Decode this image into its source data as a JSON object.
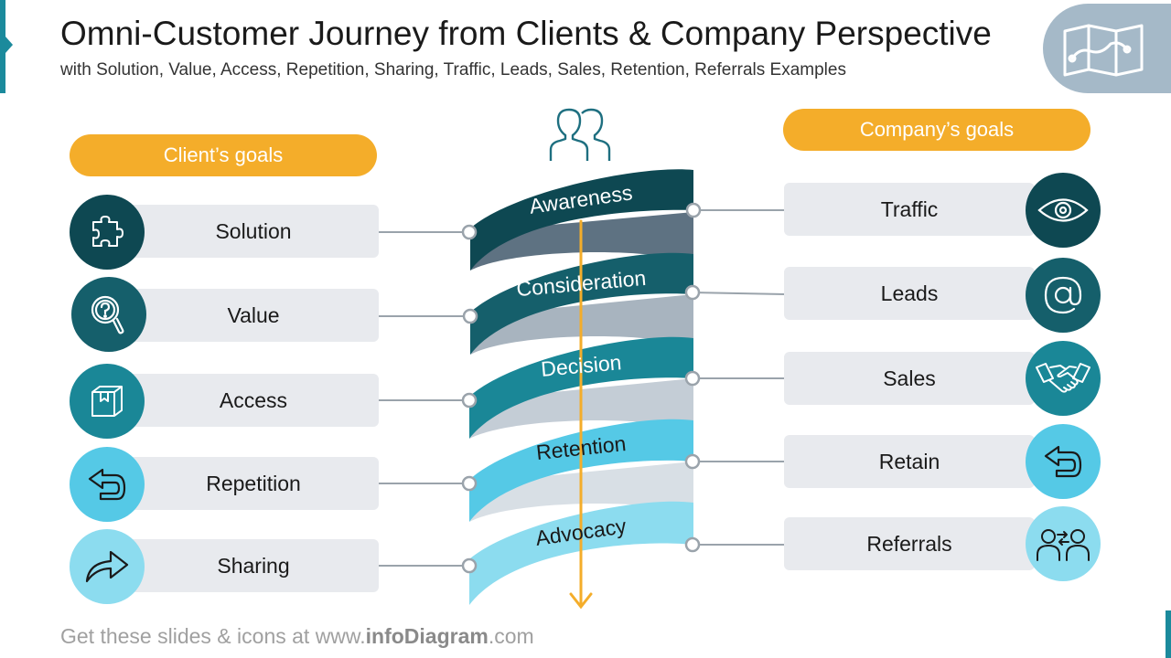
{
  "header": {
    "title": "Omni-Customer Journey from Clients & Company Perspective",
    "subtitle": "with Solution, Value, Access, Repetition, Sharing, Traffic, Leads, Sales, Retention, Referrals Examples"
  },
  "client_goals": {
    "label": "Client’s goals",
    "items": [
      {
        "label": "Solution",
        "icon": "puzzle-icon",
        "color": "#0e4852"
      },
      {
        "label": "Value",
        "icon": "magnifier-question-icon",
        "color": "#155f6b"
      },
      {
        "label": "Access",
        "icon": "box-icon",
        "color": "#1a8797"
      },
      {
        "label": "Repetition",
        "icon": "return-arrow-icon",
        "color": "#55c9e6"
      },
      {
        "label": "Sharing",
        "icon": "share-arrow-icon",
        "color": "#8cdcef"
      }
    ]
  },
  "company_goals": {
    "label": "Company’s goals",
    "items": [
      {
        "label": "Traffic",
        "icon": "eye-icon",
        "color": "#0e4852"
      },
      {
        "label": "Leads",
        "icon": "at-sign-icon",
        "color": "#155f6b"
      },
      {
        "label": "Sales",
        "icon": "handshake-icon",
        "color": "#1a8797"
      },
      {
        "label": "Retain",
        "icon": "return-arrow-icon",
        "color": "#55c9e6"
      },
      {
        "label": "Referrals",
        "icon": "people-exchange-icon",
        "color": "#8cdcef"
      }
    ]
  },
  "journey": {
    "stages": [
      {
        "label": "Awareness",
        "color": "#0e4852",
        "text_color": "#ffffff"
      },
      {
        "label": "Consideration",
        "color": "#155f6b",
        "text_color": "#ffffff"
      },
      {
        "label": "Decision",
        "color": "#1a8797",
        "text_color": "#ffffff"
      },
      {
        "label": "Retention",
        "color": "#55c9e6",
        "text_color": "#1a1a1a"
      },
      {
        "label": "Advocacy",
        "color": "#8cdcef",
        "text_color": "#1a1a1a"
      }
    ],
    "arrow_color": "#f4ad2a",
    "top_icon": "users-icon"
  },
  "footer": {
    "prefix": "Get these slides & icons at www.",
    "brand": "infoDiagram",
    "suffix": ".com"
  },
  "colors": {
    "pill": "#f4ad2a",
    "item_box": "#e8eaee",
    "connector": "#9aa3ab",
    "badge": "#a5b9c8"
  }
}
